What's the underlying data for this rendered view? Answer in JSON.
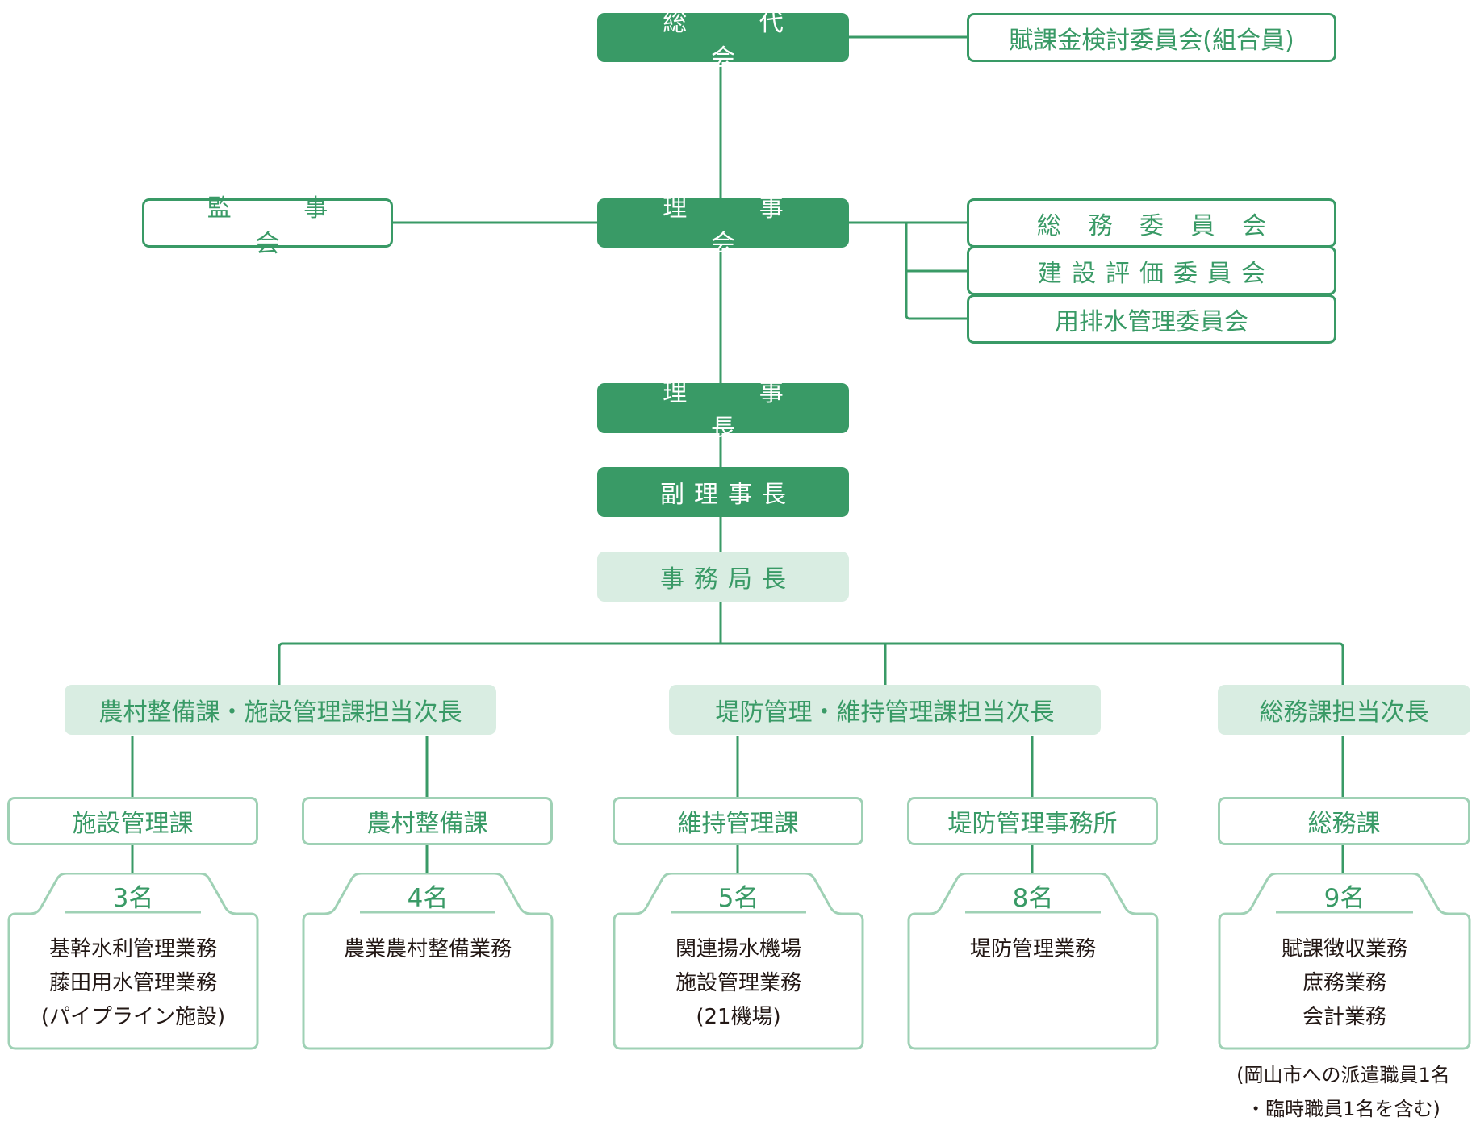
{
  "colors": {
    "primary_green": "#399a66",
    "light_fill": "#d9ede2",
    "section_border": "#9fd1b5",
    "text_dark": "#231815"
  },
  "top": {
    "general_assembly": "総 代 会",
    "assessment_committee": "賦課金検討委員会(組合員)"
  },
  "board": {
    "board_of_directors": "理 事 会",
    "auditors": "監 事 会",
    "committees": [
      "総 務 委 員 会",
      "建設評価委員会",
      "用排水管理委員会"
    ]
  },
  "executives": {
    "chairman": "理 事 長",
    "vice_chairman": "副理事長",
    "secretary_general": "事務局長"
  },
  "deputies": [
    {
      "title": "農村整備課・施設管理課担当次長",
      "sections": [
        {
          "name": "施設管理課",
          "staff": "3名",
          "duties": [
            "基幹水利管理業務",
            "藤田用水管理業務",
            "(パイプライン施設)"
          ]
        },
        {
          "name": "農村整備課",
          "staff": "4名",
          "duties": [
            "農業農村整備業務"
          ]
        }
      ]
    },
    {
      "title": "堤防管理・維持管理課担当次長",
      "sections": [
        {
          "name": "維持管理課",
          "staff": "5名",
          "duties": [
            "関連揚水機場",
            "施設管理業務",
            "(21機場)"
          ]
        },
        {
          "name": "堤防管理事務所",
          "staff": "8名",
          "duties": [
            "堤防管理業務"
          ]
        }
      ]
    },
    {
      "title": "総務課担当次長",
      "sections": [
        {
          "name": "総務課",
          "staff": "9名",
          "duties": [
            "賦課徴収業務",
            "庶務業務",
            "会計業務"
          ]
        }
      ]
    }
  ],
  "note": [
    "(岡山市への派遣職員1名",
    "・臨時職員1名を含む)"
  ]
}
